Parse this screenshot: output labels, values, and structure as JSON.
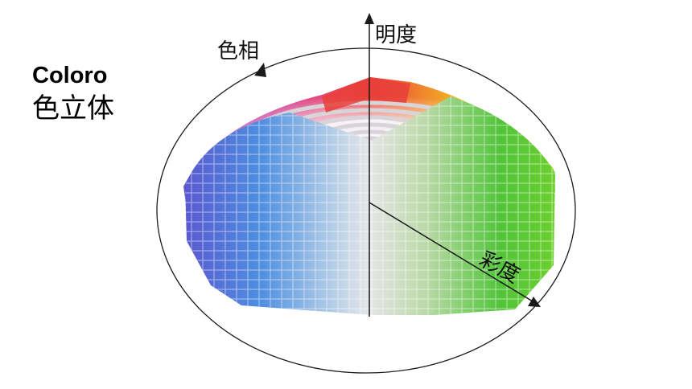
{
  "title": {
    "line1": "Coloro",
    "line2": "色立体"
  },
  "diagram": {
    "labels": {
      "hue": "色相",
      "lightness": "明度",
      "chroma": "彩度"
    },
    "colors": {
      "outline": "#1a1a1a",
      "red": "#e8403a",
      "yellow": "#f2e21c",
      "green": "#4ec23a",
      "blue": "#3f7fd8",
      "purple": "#7a5cc8",
      "magenta": "#d94fb0",
      "neutral": "#c8c8c8"
    }
  }
}
